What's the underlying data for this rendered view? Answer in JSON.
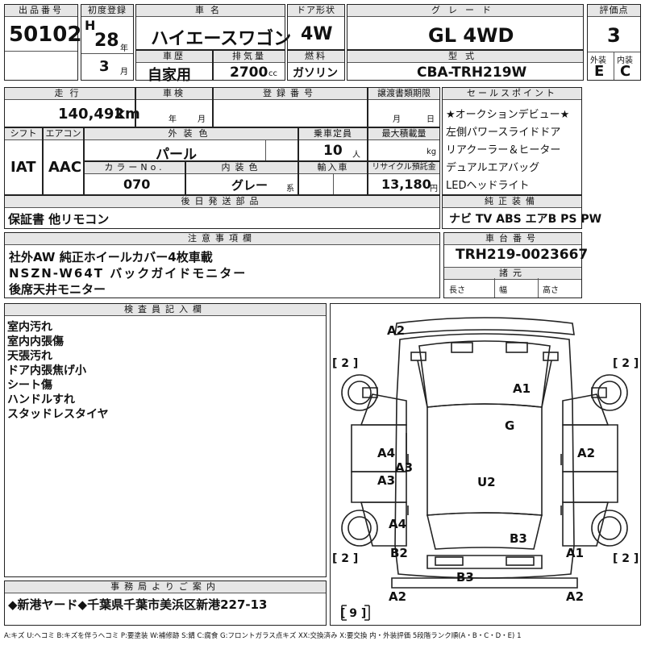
{
  "headers": {
    "lot_no": "出品番号",
    "first_reg": "初度登録",
    "car_name": "車名",
    "door": "ドア形状",
    "grade": "グレード",
    "score": "評価点",
    "history": "車歴",
    "displacement": "排気量",
    "fuel": "燃料",
    "model_code": "型式",
    "exterior": "外装",
    "interior": "内装",
    "mileage": "走行",
    "inspection": "車検",
    "reg_no": "登録番号",
    "transfer_deadline": "譲渡書類期限",
    "sales_points": "セールスポイント",
    "shift": "シフト",
    "aircon": "エアコン",
    "ext_color": "外装色",
    "capacity": "乗車定員",
    "max_load": "最大積載量",
    "color_no": "カラーNo.",
    "int_color": "内装色",
    "import": "輸入車",
    "recycle": "リサイクル預託金",
    "later_items": "後日発送部品",
    "genuine_equipment": "純正装備",
    "notes": "注意事項欄",
    "chassis_no": "車台番号",
    "dimensions": "諸元",
    "inspector_notes": "検査員記入欄",
    "office_notice": "事務局よりご案内"
  },
  "vehicle": {
    "lot_no": "50102",
    "era": "H",
    "year": "28",
    "year_unit": "年",
    "month": "3",
    "month_unit": "月",
    "car_name": "ハイエースワゴン",
    "door": "4W",
    "grade": "GL 4WD",
    "score": "3",
    "history": "自家用",
    "displacement": "2700",
    "displacement_unit": "cc",
    "fuel": "ガソリン",
    "model_code": "CBA-TRH219W",
    "exterior_grade": "E",
    "interior_grade": "C",
    "mileage": "140,492",
    "mileage_unit": "km",
    "insp_year_unit": "年",
    "insp_month_unit": "月",
    "transfer_month_unit": "月",
    "transfer_day_unit": "日",
    "shift": "IAT",
    "aircon": "AAC",
    "ext_color": "パール",
    "capacity": "10",
    "capacity_unit": "人",
    "max_load_unit": "kg",
    "color_no": "070",
    "int_color": "グレー",
    "int_color_unit": "系",
    "recycle": "13,180",
    "recycle_unit": "円",
    "later_items": "保証書 他リモコン",
    "chassis_no": "TRH219-0023667",
    "length_label": "長さ",
    "width_label": "幅",
    "height_label": "高さ"
  },
  "sales_points": [
    "★オークションデビュー★",
    "左側パワースライドドア",
    "リアクーラー＆ヒーター",
    "デュアルエアバッグ",
    "LEDヘッドライト"
  ],
  "equipment": "ナビ TV ABS エアB PS PW",
  "notes": [
    "社外AW 純正ホイールカバー4枚車載",
    "NSZN-W64T バックガイドモニター",
    "後席天井モニター"
  ],
  "inspector_notes": [
    "室内汚れ",
    "室内内張傷",
    "天張汚れ",
    "ドア内張焦げ小",
    "シート傷",
    "ハンドルすれ",
    "スタッドレスタイヤ"
  ],
  "office_notice": "◆新港ヤード◆千葉県千葉市美浜区新港227-13",
  "legend": "A:キズ U:ヘコミ B:キズを伴うヘコミ P:要塗装 W:補修跡 S:錆 C:腐食 G:フロントガラス点キズ XX:交換済み X:要交換 内・外装評価 5段階ランク順(A・B・C・D・E) 1",
  "diagram": {
    "marks": [
      "A2",
      "A1",
      "G",
      "A4",
      "A3",
      "A3",
      "U2",
      "A2",
      "A4",
      "B3",
      "B2",
      "A1",
      "B3",
      "A2",
      "A2"
    ],
    "tires": [
      "[ 2 ]",
      "[ 2 ]",
      "[ 2 ]",
      "[ 2 ]",
      "[ 9 ]"
    ]
  }
}
